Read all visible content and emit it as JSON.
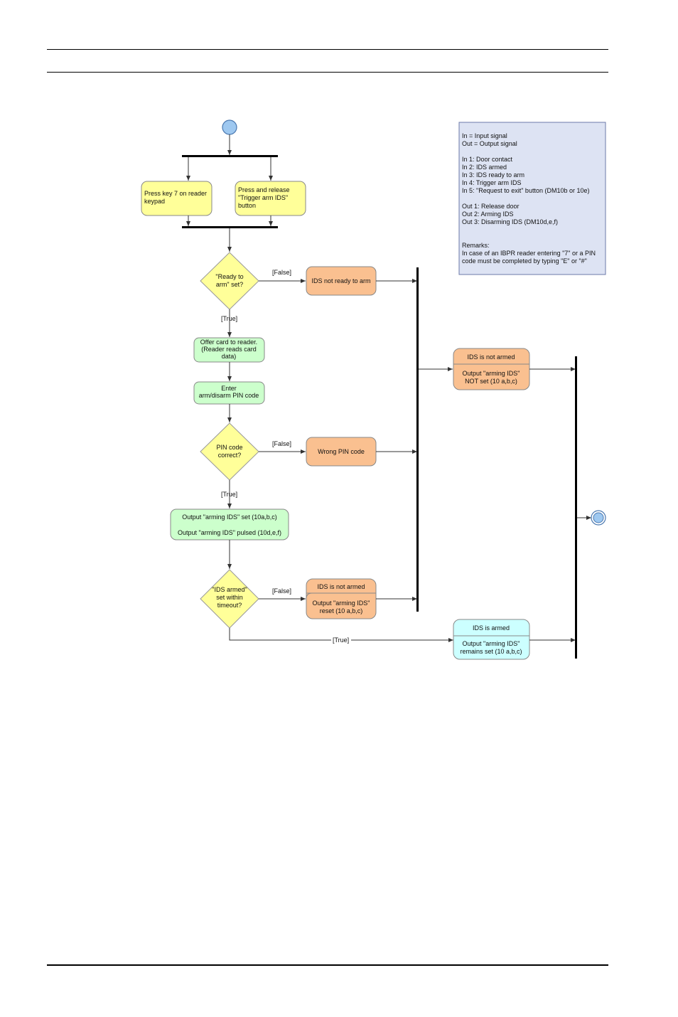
{
  "legend": {
    "lines": [
      "In = Input signal",
      "Out = Output signal",
      "",
      "In 1: Door contact",
      "In 2: IDS armed",
      "In 3: IDS ready to arm",
      "In 4: Trigger arm IDS",
      "In 5: \"Request to exit\" button (DM10b or 10e)",
      "",
      "Out 1: Release door",
      "Out 2: Arming IDS",
      "Out 3: Disarming IDS (DM10d,e,f)",
      "",
      "",
      "Remarks:",
      "In case of an IBPR reader entering \"7\" or a PIN",
      "code must be completed by typing \"E\" or \"#\""
    ]
  },
  "nodes": {
    "press_key7": [
      "Press key 7 on reader",
      "keypad"
    ],
    "press_trigger": [
      "Press and release",
      "\"Trigger arm IDS\"",
      "button"
    ],
    "ready_decision": [
      "\"Ready to",
      "arm\" set?"
    ],
    "not_ready": [
      "IDS not ready to arm"
    ],
    "offer_card": [
      "Offer card to reader.",
      "(Reader reads card",
      "data)"
    ],
    "enter_pin": [
      "Enter",
      "arm/disarm PIN code"
    ],
    "pin_decision": [
      "PIN code",
      "correct?"
    ],
    "wrong_pin": [
      "Wrong PIN code"
    ],
    "output_set": [
      "Output \"arming IDS\" set (10a,b,c)",
      "",
      "Output \"arming IDS\" pulsed (10d,e,f)"
    ],
    "armed_decision": [
      "\"IDS armed\"",
      "set within",
      "timeout?"
    ],
    "not_armed_1": {
      "title": "IDS is not armed",
      "body": [
        "Output \"arming IDS\"",
        "reset (10 a,b,c)"
      ]
    },
    "not_armed_2": {
      "title": "IDS is not armed",
      "body": [
        "Output \"arming IDS\"",
        "NOT set (10 a,b,c)"
      ]
    },
    "armed": {
      "title": "IDS is armed",
      "body": [
        "Output \"arming IDS\"",
        "remains set (10 a,b,c)"
      ]
    }
  },
  "labels": {
    "false1": "[False]",
    "true1": "[True]",
    "false2": "[False]",
    "true2": "[True]",
    "false3": "[False]",
    "true3": "[True]"
  }
}
